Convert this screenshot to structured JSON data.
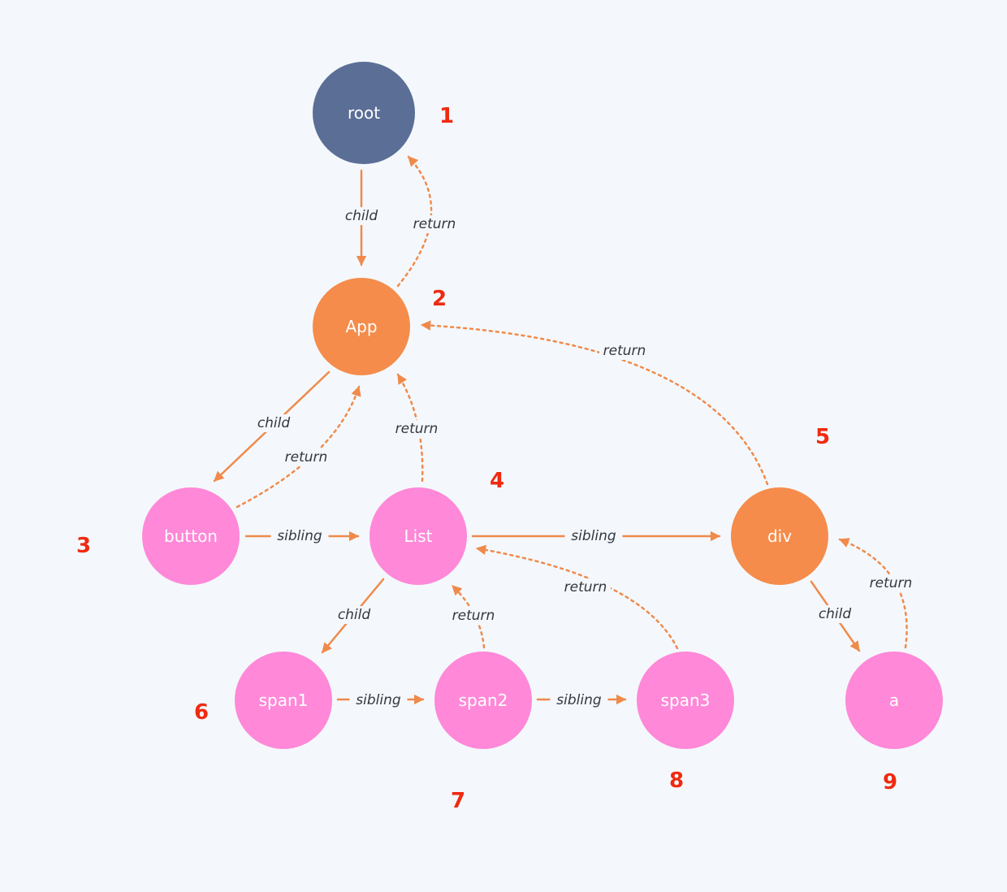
{
  "colors": {
    "background": "#f4f8fc",
    "root_node": "#5b6e96",
    "component_node": "#f58c4b",
    "host_node": "#ff88d8",
    "edge": "#f08a4b",
    "order_number": "#ef2a10"
  },
  "nodes": [
    {
      "id": "root",
      "label": "root",
      "kind": "root_node"
    },
    {
      "id": "App",
      "label": "App",
      "kind": "component_node"
    },
    {
      "id": "button",
      "label": "button",
      "kind": "host_node"
    },
    {
      "id": "List",
      "label": "List",
      "kind": "host_node"
    },
    {
      "id": "div",
      "label": "div",
      "kind": "component_node"
    },
    {
      "id": "span1",
      "label": "span1",
      "kind": "host_node"
    },
    {
      "id": "span2",
      "label": "span2",
      "kind": "host_node"
    },
    {
      "id": "span3",
      "label": "span3",
      "kind": "host_node"
    },
    {
      "id": "a",
      "label": "a",
      "kind": "host_node"
    }
  ],
  "edges": [
    {
      "id": "root-child-app",
      "from": "root",
      "to": "App",
      "type": "child",
      "label": "child",
      "style": "solid"
    },
    {
      "id": "app-return-root",
      "from": "App",
      "to": "root",
      "type": "return",
      "label": "return",
      "style": "dashed"
    },
    {
      "id": "app-child-button",
      "from": "App",
      "to": "button",
      "type": "child",
      "label": "child",
      "style": "solid"
    },
    {
      "id": "button-return-app",
      "from": "button",
      "to": "App",
      "type": "return",
      "label": "return",
      "style": "dashed"
    },
    {
      "id": "list-return-app",
      "from": "List",
      "to": "App",
      "type": "return",
      "label": "return",
      "style": "dashed"
    },
    {
      "id": "div-return-app",
      "from": "div",
      "to": "App",
      "type": "return",
      "label": "return",
      "style": "dashed"
    },
    {
      "id": "button-sibling-list",
      "from": "button",
      "to": "List",
      "type": "sibling",
      "label": "sibling",
      "style": "solid"
    },
    {
      "id": "list-sibling-div",
      "from": "List",
      "to": "div",
      "type": "sibling",
      "label": "sibling",
      "style": "solid"
    },
    {
      "id": "list-child-span1",
      "from": "List",
      "to": "span1",
      "type": "child",
      "label": "child",
      "style": "solid"
    },
    {
      "id": "span2-return-list",
      "from": "span2",
      "to": "List",
      "type": "return",
      "label": "return",
      "style": "dashed"
    },
    {
      "id": "span3-return-list",
      "from": "span3",
      "to": "List",
      "type": "return",
      "label": "return",
      "style": "dashed"
    },
    {
      "id": "span1-sibling-span2",
      "from": "span1",
      "to": "span2",
      "type": "sibling",
      "label": "sibling",
      "style": "solid"
    },
    {
      "id": "span2-sibling-span3",
      "from": "span2",
      "to": "span3",
      "type": "sibling",
      "label": "sibling",
      "style": "solid"
    },
    {
      "id": "div-child-a",
      "from": "div",
      "to": "a",
      "type": "child",
      "label": "child",
      "style": "solid"
    },
    {
      "id": "a-return-div",
      "from": "a",
      "to": "div",
      "type": "return",
      "label": "return",
      "style": "dashed"
    }
  ],
  "traversal_order": [
    {
      "node": "root",
      "label": "1"
    },
    {
      "node": "App",
      "label": "2"
    },
    {
      "node": "button",
      "label": "3"
    },
    {
      "node": "List",
      "label": "4"
    },
    {
      "node": "div",
      "label": "5"
    },
    {
      "node": "span1",
      "label": "6"
    },
    {
      "node": "span2",
      "label": "7"
    },
    {
      "node": "span3",
      "label": "8"
    },
    {
      "node": "a",
      "label": "9"
    }
  ]
}
